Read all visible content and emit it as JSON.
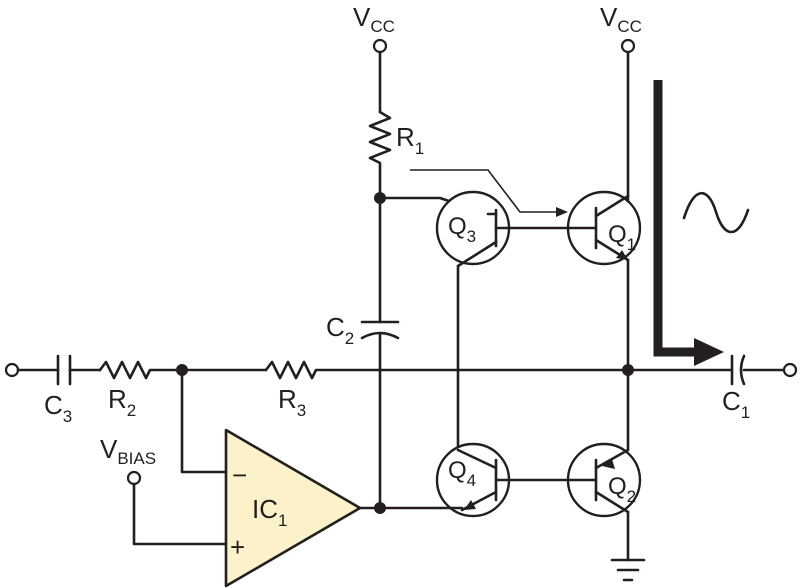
{
  "supplies": {
    "vcc_left": {
      "main": "V",
      "sub": "CC"
    },
    "vcc_right": {
      "main": "V",
      "sub": "CC"
    },
    "vbias": {
      "main": "V",
      "sub": "BIAS"
    }
  },
  "components": {
    "r1": {
      "main": "R",
      "sub": "1"
    },
    "r2": {
      "main": "R",
      "sub": "2"
    },
    "r3": {
      "main": "R",
      "sub": "3"
    },
    "c1": {
      "main": "C",
      "sub": "1"
    },
    "c2": {
      "main": "C",
      "sub": "2"
    },
    "c3": {
      "main": "C",
      "sub": "3"
    },
    "ic1": {
      "main": "IC",
      "sub": "1"
    },
    "q1": {
      "main": "Q",
      "sub": "1"
    },
    "q2": {
      "main": "Q",
      "sub": "2"
    },
    "q3": {
      "main": "Q",
      "sub": "3"
    },
    "q4": {
      "main": "Q",
      "sub": "4"
    }
  },
  "opamp": {
    "inverting": "−",
    "noninverting": "+"
  },
  "colors": {
    "wire": "#231f20",
    "opamp_fill": "#fbf2c9",
    "background": "#ffffff"
  }
}
